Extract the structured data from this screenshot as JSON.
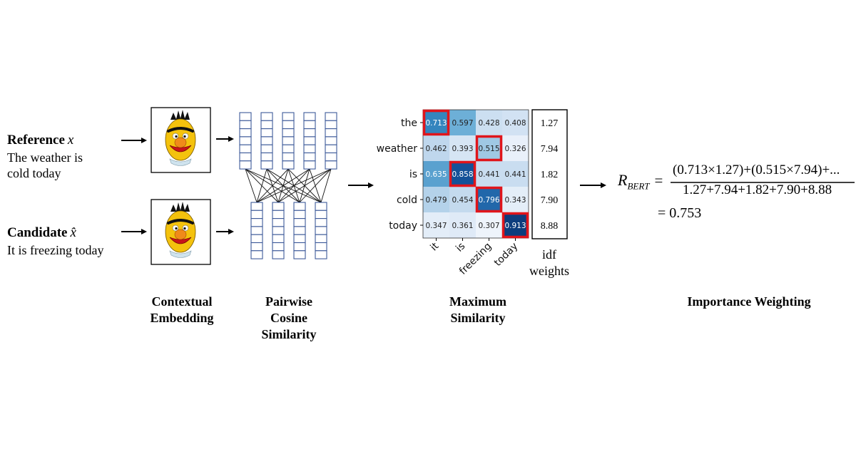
{
  "reference": {
    "title": "Reference",
    "var": "x",
    "text_line1": "The weather is",
    "text_line2": "cold today"
  },
  "candidate": {
    "title": "Candidate",
    "var": "x̂",
    "text_line1": "It is freezing today"
  },
  "stages": {
    "contextual_1": "Contextual",
    "contextual_2": "Embedding",
    "pairwise_1": "Pairwise",
    "pairwise_2": "Cosine",
    "pairwise_3": "Similarity",
    "maxsim_1": "Maximum",
    "maxsim_2": "Similarity",
    "importance": "Importance Weighting"
  },
  "matrix": {
    "row_labels": [
      "the",
      "weather",
      "is",
      "cold",
      "today"
    ],
    "col_labels": [
      "it",
      "is",
      "freezing",
      "today"
    ],
    "values": [
      [
        0.713,
        0.597,
        0.428,
        0.408
      ],
      [
        0.462,
        0.393,
        0.515,
        0.326
      ],
      [
        0.635,
        0.858,
        0.441,
        0.441
      ],
      [
        0.479,
        0.454,
        0.796,
        0.343
      ],
      [
        0.347,
        0.361,
        0.307,
        0.913
      ]
    ],
    "highlighted": [
      [
        0,
        0
      ],
      [
        1,
        2
      ],
      [
        2,
        1
      ],
      [
        3,
        2
      ],
      [
        4,
        3
      ]
    ],
    "highlight_color": "#e0151b"
  },
  "idf": {
    "values": [
      "1.27",
      "7.94",
      "1.82",
      "7.90",
      "8.88"
    ],
    "label_line1": "idf",
    "label_line2": "weights"
  },
  "formula": {
    "symbol": "R",
    "subscript": "BERT",
    "equals": "=",
    "numerator": "(0.713×1.27)+(0.515×7.94)+...",
    "denominator": "1.27+7.94+1.82+7.90+8.88",
    "result": "= 0.753"
  },
  "colors": {
    "embedding_stroke": "#3d5a99",
    "heat_low": "#f7fbff",
    "heat_high": "#08306b"
  }
}
